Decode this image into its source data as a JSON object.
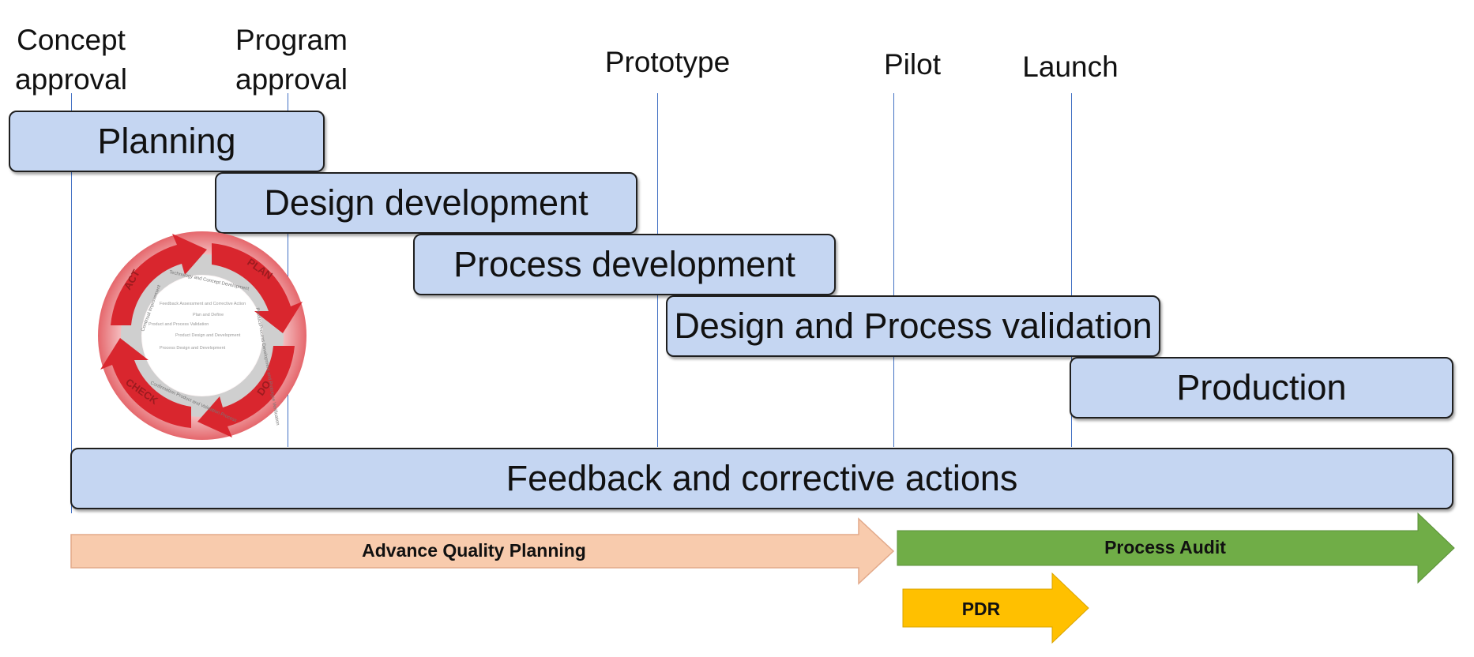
{
  "milestones": {
    "concept_line1": "Concept",
    "concept_line2": "approval",
    "program_line1": "Program",
    "program_line2": "approval",
    "prototype": "Prototype",
    "pilot": "Pilot",
    "launch": "Launch"
  },
  "phases": {
    "planning": "Planning",
    "design_development": "Design development",
    "process_development": "Process development",
    "design_process_validation": "Design and Process validation",
    "production": "Production",
    "feedback": "Feedback and corrective actions"
  },
  "arrows": {
    "advance_quality_planning": "Advance Quality Planning",
    "process_audit": "Process Audit",
    "pdr": "PDR"
  },
  "pdca": {
    "plan": "PLAN",
    "do": "DO",
    "check": "CHECK",
    "act": "ACT",
    "ring_top": "Technology and Concept Development",
    "ring_right": "Product/Process Development and Prototype Verification",
    "ring_bottom": "Confirmation Product and Validation Process",
    "ring_left": "Continual Improvement",
    "center_1": "Feedback Assessment and Corrective Action",
    "center_2": "Plan and Define",
    "center_3": "Product and Process Validation",
    "center_4": "Product Design and Development",
    "center_5": "Process Design and Development"
  },
  "colors": {
    "bar_fill": "#c5d6f2",
    "bar_border": "#1f1f1f",
    "guide_line": "#4472c4",
    "aqp_arrow": "#f8cbad",
    "process_audit_arrow": "#70ad47",
    "pdr_arrow": "#ffc000",
    "pdca_red": "#d9262e"
  }
}
